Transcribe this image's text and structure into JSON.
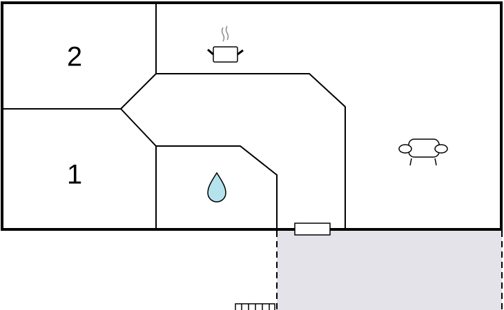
{
  "rooms": [
    {
      "label": "2",
      "type": "bedroom"
    },
    {
      "label": "1",
      "type": "bedroom"
    }
  ],
  "icons": [
    "cooking-pot-icon",
    "water-drop-icon",
    "sofa-icon",
    "window-icon",
    "stairs-icon"
  ],
  "colors": {
    "walls": "#000000",
    "terrace": "#e4e3ea",
    "water": "#b4e3ee"
  }
}
